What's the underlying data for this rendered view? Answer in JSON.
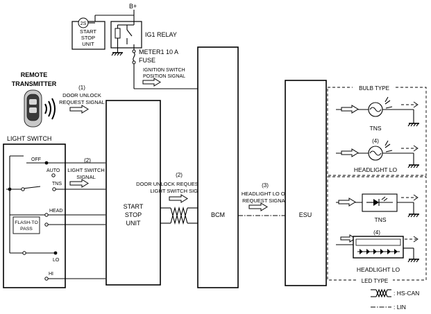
{
  "power": {
    "bplus": "B+",
    "start_stop_unit_top_lines": [
      "START",
      "STOP",
      "UNIT"
    ],
    "start_stop_unit_badge": "2S",
    "ig1_relay": "IG1 RELAY",
    "fuse_line1": "METER1 10 A",
    "fuse_line2": "FUSE"
  },
  "signals": {
    "ign_line1": "IGNITION SWITCH",
    "ign_line2": "POSITION SIGNAL",
    "s1_num": "(1)",
    "s1_line1": "DOOR UNLOCK",
    "s1_line2": "REQUEST SIGNAL",
    "s2a_num": "(2)",
    "s2a_line1": "LIGHT SWITCH",
    "s2a_line2": "SIGNAL",
    "s2b_num": "(2)",
    "s2b_line1": "DOOR UNLOCK REQUEST SIGNAL",
    "s2b_line2": "LIGHT SWITCH SIGNAL",
    "s3_num": "(3)",
    "s3_line1": "HEADLIGHT LO ON",
    "s3_line2": "REQUEST SIGNAL"
  },
  "remote": {
    "line1": "REMOTE",
    "line2": "TRANSMITTER"
  },
  "light_switch": {
    "title": "LIGHT SWITCH",
    "positions": {
      "off": "OFF",
      "auto": "AUTO",
      "tns": "TNS",
      "head": "HEAD",
      "flash1": "FLASH-TO",
      "flash2": "PASS",
      "lo": "LO",
      "hi": "HI"
    }
  },
  "units": {
    "ssu_line1": "START",
    "ssu_line2": "STOP",
    "ssu_line3": "UNIT",
    "bcm": "BCM",
    "esu": "ESU"
  },
  "bulb_type": {
    "title": "BULB TYPE",
    "tns": "TNS",
    "num": "(4)",
    "headlight": "HEADLIGHT LO"
  },
  "led_type": {
    "title": "LED TYPE",
    "tns": "TNS",
    "num": "(4)",
    "headlight": "HEADLIGHT LO"
  },
  "legend": {
    "hscan": ": HS-CAN",
    "lin": ": LIN"
  }
}
